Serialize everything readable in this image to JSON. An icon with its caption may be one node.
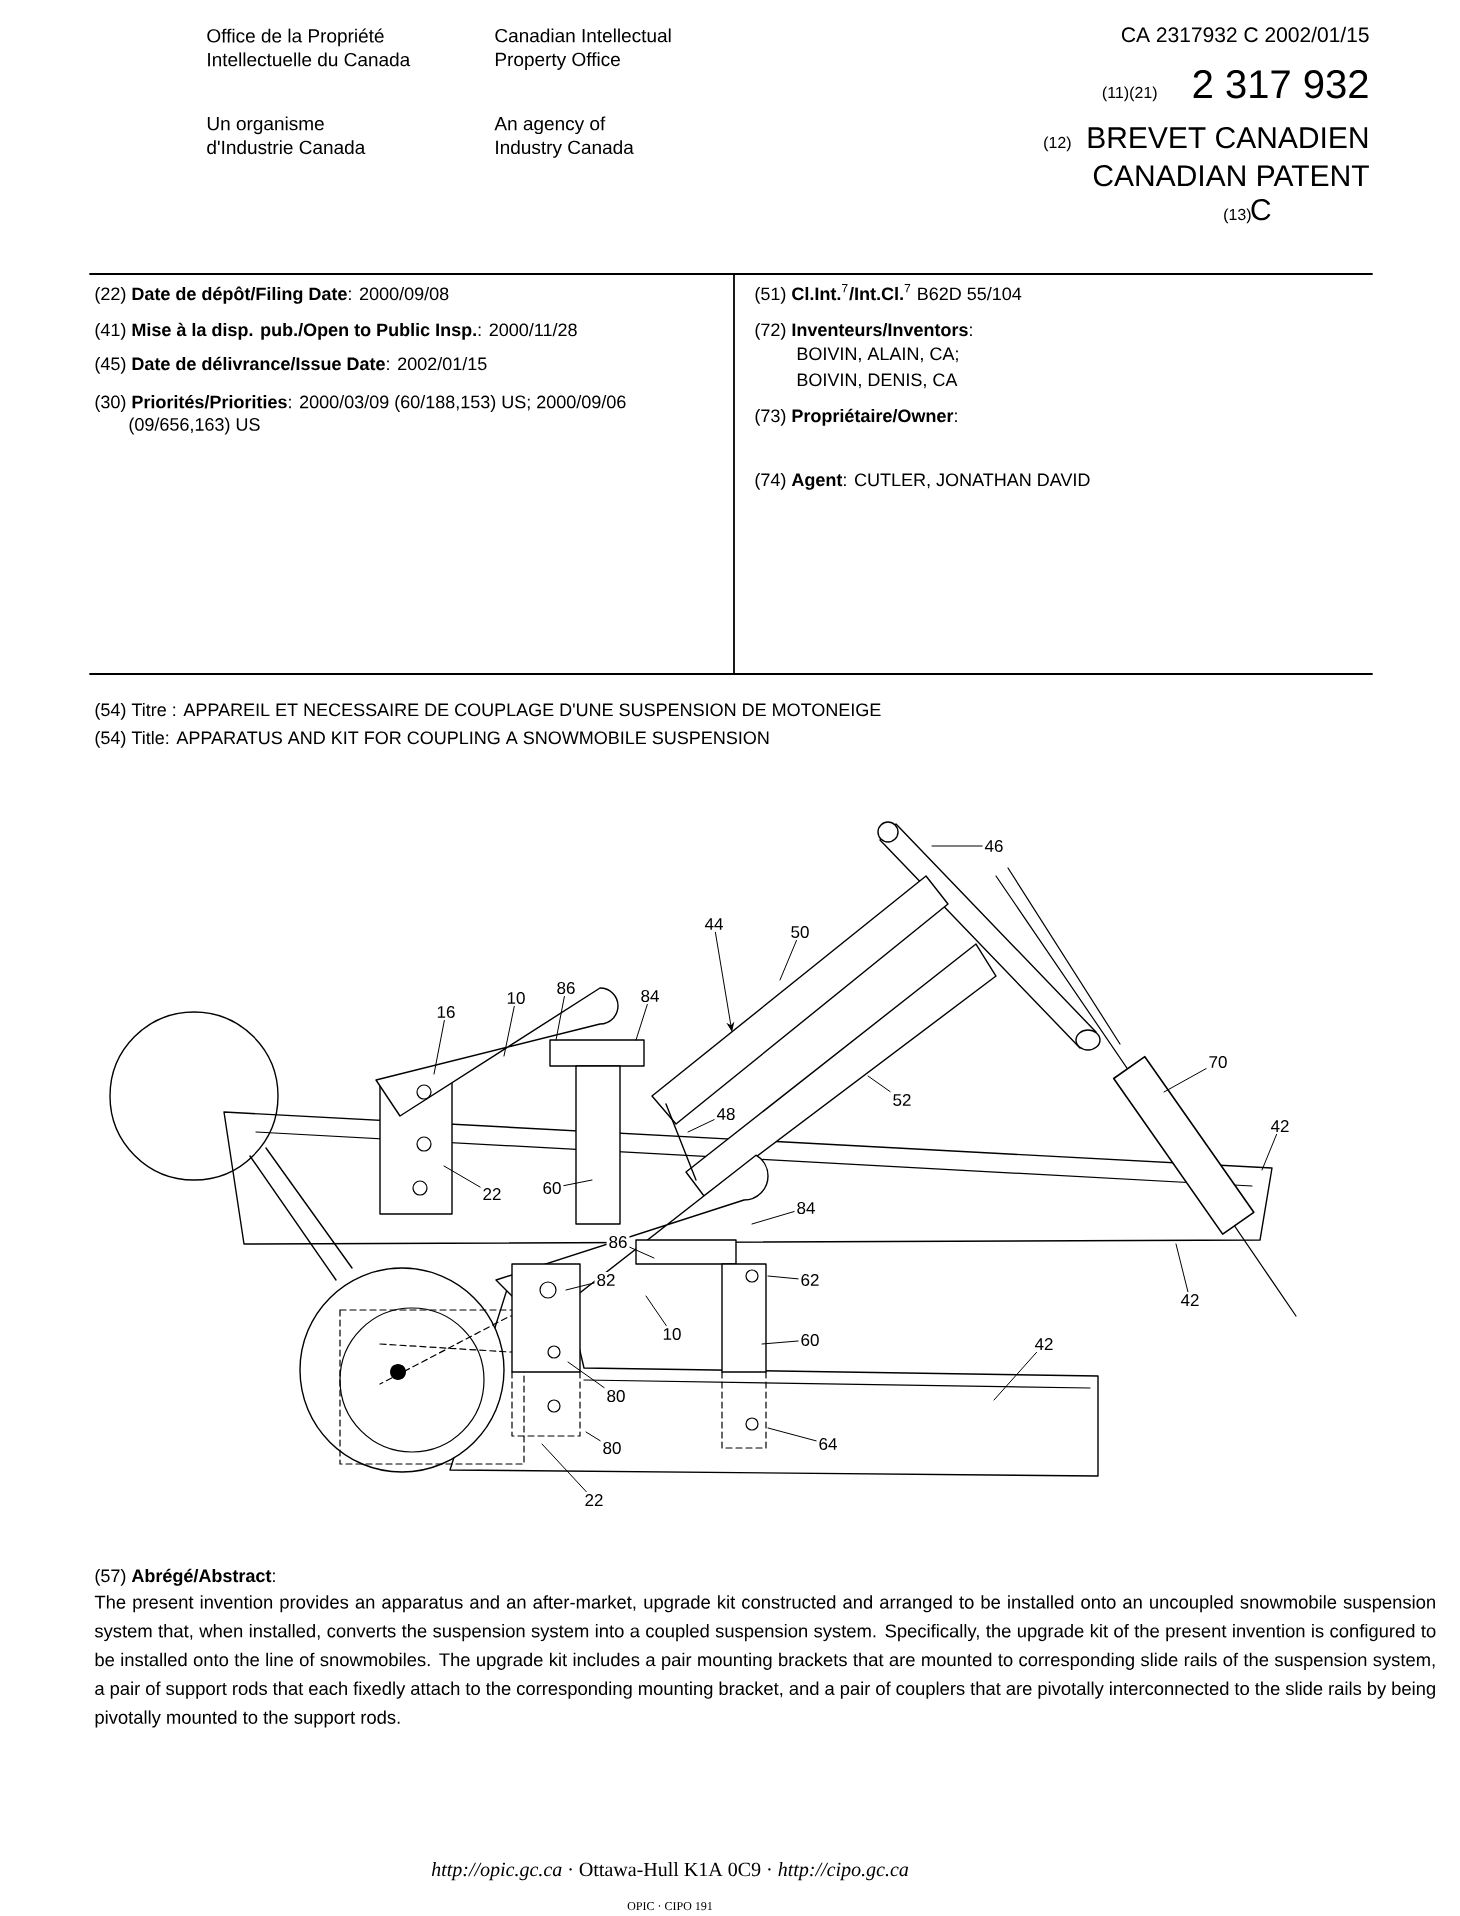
{
  "diagram": {
    "nodes": [
      {
        "text": [
          "46"
        ]
      },
      {
        "text": [
          "44"
        ]
      },
      {
        "text": [
          "50"
        ]
      },
      {
        "text": [
          "86"
        ]
      },
      {
        "text": [
          "84"
        ]
      },
      {
        "text": [
          "10"
        ]
      },
      {
        "text": [
          "16"
        ]
      },
      {
        "text": [
          "70"
        ]
      },
      {
        "text": [
          "52"
        ]
      },
      {
        "text": [
          "48"
        ]
      },
      {
        "text": [
          "42"
        ]
      },
      {
        "text": [
          "60"
        ]
      },
      {
        "text": [
          "22"
        ]
      },
      {
        "text": [
          "84"
        ]
      },
      {
        "text": [
          "86"
        ]
      },
      {
        "text": [
          "82"
        ]
      },
      {
        "text": [
          "62"
        ]
      },
      {
        "text": [
          "42"
        ]
      },
      {
        "text": [
          "10"
        ]
      },
      {
        "text": [
          "60"
        ]
      },
      {
        "text": [
          "42"
        ]
      },
      {
        "text": [
          "80"
        ]
      },
      {
        "text": [
          "80"
        ]
      },
      {
        "text": [
          "64"
        ]
      },
      {
        "text": [
          "22"
        ]
      }
    ],
    "edges": [
      {
        "from": 0,
        "to": null,
        "arrow": "none"
      },
      {
        "from": 1,
        "to": null,
        "arrow": "to"
      },
      {
        "from": 2,
        "to": null,
        "arrow": "none"
      },
      {
        "from": 3,
        "to": null,
        "arrow": "none"
      },
      {
        "from": 4,
        "to": null,
        "arrow": "none"
      },
      {
        "from": 5,
        "to": null,
        "arrow": "none"
      },
      {
        "from": 6,
        "to": null,
        "arrow": "none"
      },
      {
        "from": 7,
        "to": null,
        "arrow": "none"
      },
      {
        "from": 8,
        "to": null,
        "arrow": "none"
      },
      {
        "from": 9,
        "to": null,
        "arrow": "none"
      },
      {
        "from": 10,
        "to": null,
        "arrow": "none"
      },
      {
        "from": 11,
        "to": null,
        "arrow": "none"
      },
      {
        "from": 12,
        "to": null,
        "arrow": "none"
      },
      {
        "from": 13,
        "to": null,
        "arrow": "none"
      },
      {
        "from": 14,
        "to": null,
        "arrow": "none"
      },
      {
        "from": 15,
        "to": null,
        "arrow": "none"
      },
      {
        "from": 16,
        "to": null,
        "arrow": "none"
      },
      {
        "from": 17,
        "to": null,
        "arrow": "none"
      },
      {
        "from": 18,
        "to": null,
        "arrow": "none"
      },
      {
        "from": 19,
        "to": null,
        "arrow": "none"
      },
      {
        "from": 20,
        "to": null,
        "arrow": "none"
      },
      {
        "from": 21,
        "to": null,
        "arrow": "none"
      },
      {
        "from": 22,
        "to": null,
        "arrow": "none"
      },
      {
        "from": 23,
        "to": null,
        "arrow": "none"
      },
      {
        "from": 24,
        "to": null,
        "arrow": "none"
      }
    ],
    "labels": [
      "Office de la Propriété Intellectuelle du Canada",
      "Canadian Intellectual Property Office",
      "CA 2317932 C 2002/01/15",
      "(11)(21)",
      "2 317 932",
      "Un organisme d'Industrie Canada",
      "An agency of Industry Canada",
      "(12)",
      "BREVET CANADIEN",
      "CANADIAN PATENT",
      "(13)",
      "C",
      "(22) **Date de dépôt/Filing Date**: 2000/09/08",
      "(51) **Cl.Int.**$^{7}$**/Int.Cl.**$^{7}$ B62D 55/104",
      "(41) **Mise à la disp. pub./Open to Public Insp.**: 2000/11/28",
      "(72) **Inventeurs/Inventors**:",
      "BOIVIN, ALAIN, CA;",
      "BOIVIN, DENIS, CA",
      "(45) **Date de délivrance/Issue Date**: 2002/01/15",
      "(30) **Priorités/Priorities**: 2000/03/09 (60/188,153) US; 2000/09/06 (09/656,163) US",
      "(73) **Propriétaire/Owner**:",
      "(74) **Agent**: CUTLER, JONATHAN DAVID",
      "(54) Titre : APPAREIL ET NECESSAIRE DE COUPLAGE D'UNE SUSPENSION DE MOTONEIGE",
      "(54) Title: APPARATUS AND KIT FOR COUPLING A SNOWMOBILE SUSPENSION",
      "(57) **Abrégé/Abstract**:",
      "The present invention provides an apparatus and an after-market, upgrade kit constructed and arranged to be installed onto an uncoupled snowmobile suspension system that, when installed, converts the suspension system into a coupled suspension system. Specifically, the upgrade kit of the present invention is configured to be installed onto the line of snowmobiles. The upgrade kit includes a pair mounting brackets that are mounted to corresponding slide rails of the suspension system, a pair of support rods that each fixedly attach to the corresponding mounting bracket, and a pair of couplers that are pivotally interconnected to the slide rails by being pivotally mounted to the support rods.",
      "*http://opic.gc.ca* · Ottawa-Hull K1A 0C9 · *http://cipo.gc.ca*",
      "OPIC · CIPO 191"
    ]
  }
}
